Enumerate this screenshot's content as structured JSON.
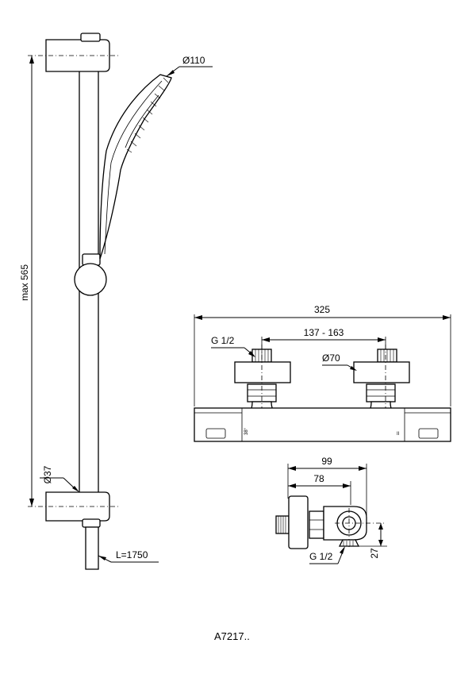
{
  "dimensions": {
    "rail_height": "max 565",
    "handshower_diameter": "Ø110",
    "rail_diameter": "Ø37",
    "hose_length": "L=1750",
    "mixer_width": "325",
    "inlet_centers": "137 - 163",
    "inlet_thread_front": "G 1/2",
    "cover_diameter": "Ø70",
    "side_depth_overall": "99",
    "side_depth_inlet": "78",
    "outlet_thread_side": "G 1/2",
    "outlet_offset": "27"
  },
  "code": "A7217..",
  "icons": {
    "temp_mark": "38°",
    "stop_mark": "II"
  }
}
